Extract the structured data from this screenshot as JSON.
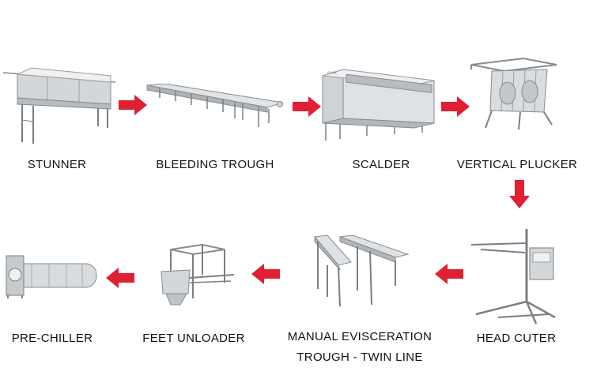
{
  "colors": {
    "arrow": "#e02033",
    "steel_light": "#e6e8ea",
    "steel_mid": "#bfc3c7",
    "steel_dark": "#868b90",
    "text": "#111111"
  },
  "steps": [
    {
      "id": "stunner",
      "label": "STUNNER"
    },
    {
      "id": "bleeding-trough",
      "label": "BLEEDING TROUGH"
    },
    {
      "id": "scalder",
      "label": "SCALDER"
    },
    {
      "id": "vertical-plucker",
      "label": "VERTICAL PLUCKER"
    },
    {
      "id": "head-cuter",
      "label": "HEAD CUTER"
    },
    {
      "id": "manual-evisceration",
      "label_line1": "MANUAL EVISCERATION",
      "label_line2": "TROUGH - TWIN LINE"
    },
    {
      "id": "feet-unloader",
      "label": "FEET UNLOADER"
    },
    {
      "id": "pre-chiller",
      "label": "PRE-CHILLER"
    }
  ],
  "arrows": [
    {
      "from": "stunner",
      "to": "bleeding-trough",
      "direction": "right"
    },
    {
      "from": "bleeding-trough",
      "to": "scalder",
      "direction": "right"
    },
    {
      "from": "scalder",
      "to": "vertical-plucker",
      "direction": "right"
    },
    {
      "from": "vertical-plucker",
      "to": "head-cuter",
      "direction": "down"
    },
    {
      "from": "head-cuter",
      "to": "manual-evisceration",
      "direction": "left"
    },
    {
      "from": "manual-evisceration",
      "to": "feet-unloader",
      "direction": "left"
    },
    {
      "from": "feet-unloader",
      "to": "pre-chiller",
      "direction": "left"
    }
  ]
}
